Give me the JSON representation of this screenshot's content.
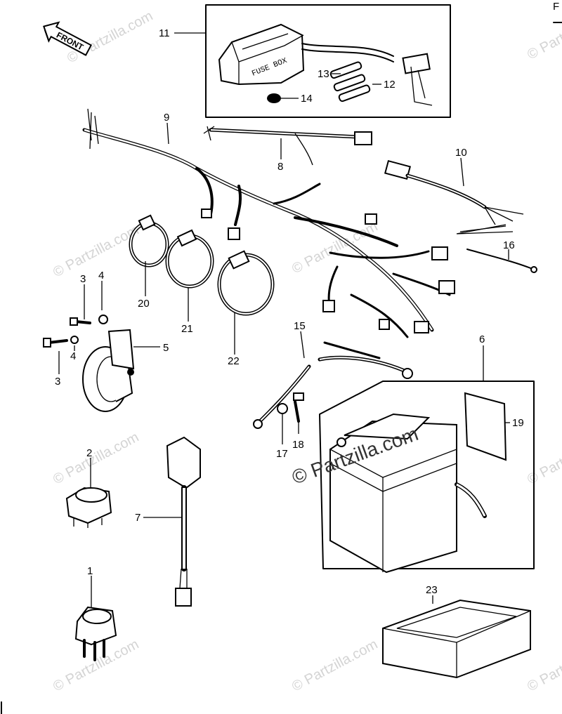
{
  "front_arrow": {
    "label": "FRONT"
  },
  "fuse_box": {
    "label": "FUSE BOX"
  },
  "watermark": {
    "text": "© Partzilla.com",
    "repeat_text": "© Partzilla.com"
  },
  "page_corner": {
    "letter": "F"
  },
  "callouts": {
    "c1": "1",
    "c2": "2",
    "c3a": "3",
    "c3b": "3",
    "c4a": "4",
    "c4b": "4",
    "c5": "5",
    "c6": "6",
    "c7": "7",
    "c8": "8",
    "c9": "9",
    "c10": "10",
    "c11": "11",
    "c12": "12",
    "c13": "13",
    "c14": "14",
    "c15": "15",
    "c16": "16",
    "c17": "17",
    "c18": "18",
    "c19": "19",
    "c20": "20",
    "c21": "21",
    "c22": "22",
    "c23": "23"
  }
}
